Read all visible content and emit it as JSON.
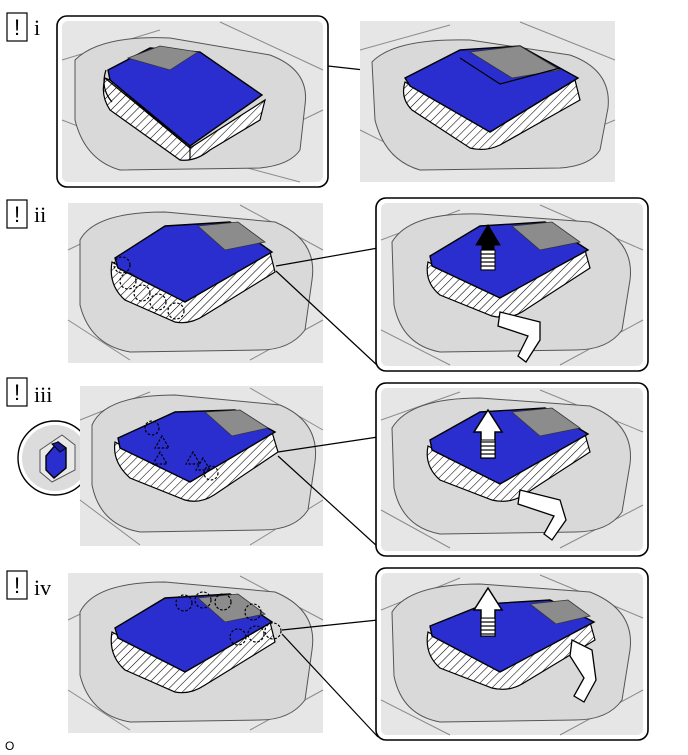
{
  "steps": [
    {
      "caution": "!",
      "label": "i"
    },
    {
      "caution": "!",
      "label": "ii"
    },
    {
      "caution": "!",
      "label": "iii"
    },
    {
      "caution": "!",
      "label": "iv"
    }
  ],
  "footer": {
    "code": "O"
  },
  "colors": {
    "part_blue": "#2a2ecf",
    "background_gray": "#e6e6e6",
    "outline": "#000000"
  },
  "icons": {
    "caution": "exclamation-box-icon",
    "up_arrow": "up-arrow-icon",
    "clip": "dashed-circle-icon",
    "claw": "dashed-triangle-icon"
  }
}
